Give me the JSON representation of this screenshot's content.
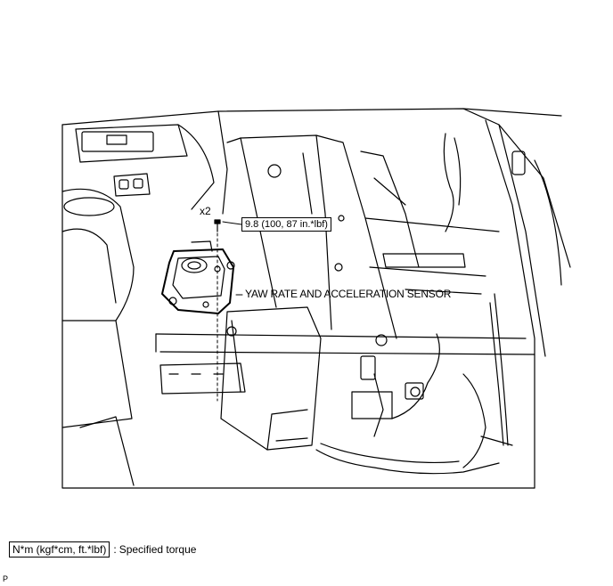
{
  "callouts": {
    "bolt_quantity": "x2",
    "torque_spec": "9.8 (100, 87 in.*lbf)",
    "sensor_label": "YAW RATE AND ACCELERATION SENSOR"
  },
  "legend": {
    "unit_box": "N*m (kgf*cm, ft.*lbf)",
    "separator": ":",
    "description": "Specified torque"
  },
  "page_marker": "P"
}
